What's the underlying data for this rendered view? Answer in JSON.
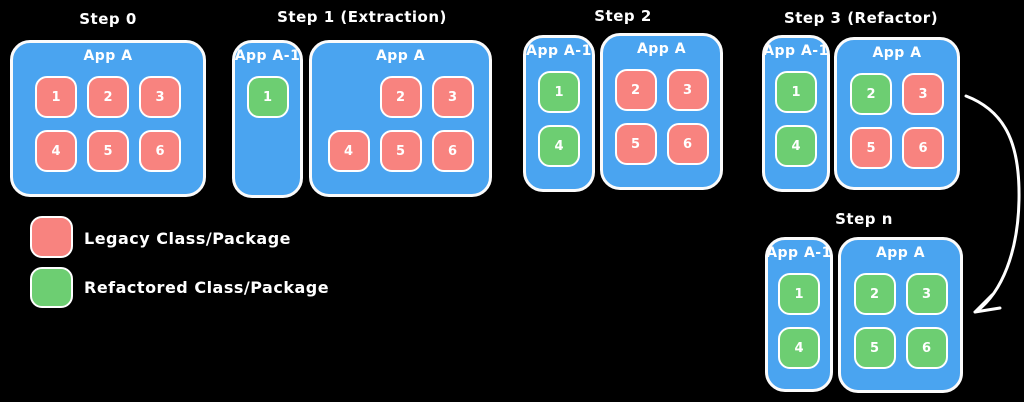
{
  "colors": {
    "background": "#000000",
    "container_blue": "#4aa4f0",
    "legacy_red": "#f8837f",
    "refactored_green": "#6dce72",
    "text_and_outline": "#ffffff"
  },
  "steps": {
    "step0": {
      "title": "Step 0",
      "app_a": {
        "label": "App A",
        "cells": [
          {
            "n": "1",
            "color": "red"
          },
          {
            "n": "2",
            "color": "red"
          },
          {
            "n": "3",
            "color": "red"
          },
          {
            "n": "4",
            "color": "red"
          },
          {
            "n": "5",
            "color": "red"
          },
          {
            "n": "6",
            "color": "red"
          }
        ]
      }
    },
    "step1": {
      "title": "Step 1 (Extraction)",
      "app_a1": {
        "label": "App A-1",
        "cells": [
          {
            "n": "1",
            "color": "green"
          }
        ]
      },
      "app_a": {
        "label": "App A",
        "cells": [
          {
            "n": "",
            "color": "none"
          },
          {
            "n": "2",
            "color": "red"
          },
          {
            "n": "3",
            "color": "red"
          },
          {
            "n": "4",
            "color": "red"
          },
          {
            "n": "5",
            "color": "red"
          },
          {
            "n": "6",
            "color": "red"
          }
        ]
      }
    },
    "step2": {
      "title": "Step 2",
      "app_a1": {
        "label": "App A-1",
        "cells": [
          {
            "n": "1",
            "color": "green"
          },
          {
            "n": "4",
            "color": "green"
          }
        ]
      },
      "app_a": {
        "label": "App A",
        "cells": [
          {
            "n": "2",
            "color": "red"
          },
          {
            "n": "3",
            "color": "red"
          },
          {
            "n": "5",
            "color": "red"
          },
          {
            "n": "6",
            "color": "red"
          }
        ]
      }
    },
    "step3": {
      "title": "Step 3 (Refactor)",
      "app_a1": {
        "label": "App A-1",
        "cells": [
          {
            "n": "1",
            "color": "green"
          },
          {
            "n": "4",
            "color": "green"
          }
        ]
      },
      "app_a": {
        "label": "App A",
        "cells": [
          {
            "n": "2",
            "color": "green"
          },
          {
            "n": "3",
            "color": "red"
          },
          {
            "n": "5",
            "color": "red"
          },
          {
            "n": "6",
            "color": "red"
          }
        ]
      }
    },
    "stepn": {
      "title": "Step n",
      "app_a1": {
        "label": "App A-1",
        "cells": [
          {
            "n": "1",
            "color": "green"
          },
          {
            "n": "4",
            "color": "green"
          }
        ]
      },
      "app_a": {
        "label": "App A",
        "cells": [
          {
            "n": "2",
            "color": "green"
          },
          {
            "n": "3",
            "color": "green"
          },
          {
            "n": "5",
            "color": "green"
          },
          {
            "n": "6",
            "color": "green"
          }
        ]
      }
    }
  },
  "legend": {
    "items": [
      {
        "label": "Legacy Class/Package",
        "color": "red"
      },
      {
        "label": "Refactored Class/Package",
        "color": "green"
      }
    ]
  },
  "arrow": {
    "description": "curved arrow from Step 3 to Step n"
  }
}
